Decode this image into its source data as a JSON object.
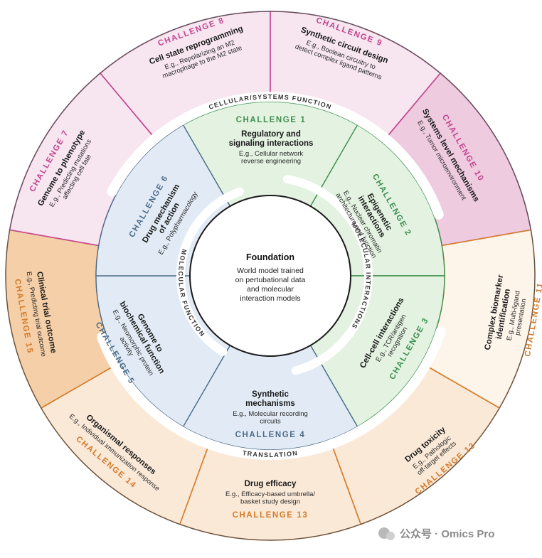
{
  "colors": {
    "cellular": "#c2458f",
    "cellular_fill": "#f7e6f0",
    "cellular_fill_alt": "#eecbdf",
    "translational": "#d47b2a",
    "translational_fill": "#fbe9d8",
    "translational_fill_alt": "#f4cfa8",
    "molecular_green": "#3f8f4f",
    "molecular_green_fill": "#e3f2e1",
    "molecular_blue": "#4d6d8a",
    "molecular_blue_fill": "#e2ebf5",
    "frame": "#8f8f8f"
  },
  "foundation": {
    "title": "Foundation",
    "lines": [
      "World model trained",
      "on pertubational data",
      "and molecular",
      "interaction models"
    ]
  },
  "bands": {
    "cellular": "CELLULAR/SYSTEMS FUNCTION",
    "molecular_interactions": "MOLECULAR INTERACTIONS",
    "molecular_function": "MOLECULAR FUNCTION",
    "translation": "TRANSLATION"
  },
  "inner_challenges": [
    {
      "id": "c1",
      "title": "CHALLENGE 1",
      "heading": [
        "Regulatory and",
        "signaling interactions"
      ],
      "example": [
        "E.g., Cellular network",
        "reverse engineering"
      ]
    },
    {
      "id": "c2",
      "title": "CHALLENGE 2",
      "heading": [
        "Epigenetic",
        "interactions"
      ],
      "example": [
        "E.g., Nuclear chromatin",
        "architecture and function"
      ]
    },
    {
      "id": "c3",
      "title": "CHALLENGE 3",
      "heading": [
        "Cell-cell interactions"
      ],
      "example": [
        "E.g., TCR/antigen",
        "recognition"
      ]
    },
    {
      "id": "c4",
      "title": "CHALLENGE 4",
      "heading": [
        "Synthetic",
        "mechanisms"
      ],
      "example": [
        "E.g., Molecular recording",
        "circuits"
      ]
    },
    {
      "id": "c5",
      "title": "CHALLENGE 5",
      "heading": [
        "Genome to",
        "biochemical function"
      ],
      "example": [
        "E.g., Neomorphic protein",
        "activity"
      ]
    },
    {
      "id": "c6",
      "title": "CHALLENGE 6",
      "heading": [
        "Drug mechanism",
        "of action"
      ],
      "example": [
        "E.g., Polypharmacology"
      ]
    }
  ],
  "outer_challenges": [
    {
      "id": "c7",
      "title": "CHALLENGE 7",
      "heading": [
        "Genome to phenotype"
      ],
      "example": [
        "E.g., Predicting mutations",
        "affecting cell fate"
      ]
    },
    {
      "id": "c8",
      "title": "CHALLENGE 8",
      "heading": [
        "Cell state reprogramming"
      ],
      "example": [
        "E.g., Repolarizing an M2",
        "macrophage to the M2 state"
      ]
    },
    {
      "id": "c9",
      "title": "CHALLENGE 9",
      "heading": [
        "Synthetic circuit design"
      ],
      "example": [
        "E.g., Boolean circuitry to",
        "detect complex ligand patterns"
      ]
    },
    {
      "id": "c10",
      "title": "CHALLENGE 10",
      "heading": [
        "Systems level mechanisms"
      ],
      "example": [
        "E.g., Tumor microenvironment"
      ]
    },
    {
      "id": "c11",
      "title": "CHALLENGE 11",
      "heading": [
        "Complex biomarker",
        "identification"
      ],
      "example": [
        "E.g., Multi-ligand",
        "presentation"
      ]
    },
    {
      "id": "c12",
      "title": "CHALLENGE 12",
      "heading": [
        "Drug toxicity"
      ],
      "example": [
        "E.g., Pathologic",
        "off-target effects"
      ]
    },
    {
      "id": "c13",
      "title": "CHALLENGE 13",
      "heading": [
        "Drug efficacy"
      ],
      "example": [
        "E.g., Efficacy-based umbrella/",
        "basket study design"
      ]
    },
    {
      "id": "c14",
      "title": "CHALLENGE 14",
      "heading": [
        "Organismal responses"
      ],
      "example": [
        "E.g., Individual immunization response"
      ]
    },
    {
      "id": "c15",
      "title": "CHALLENGE 15",
      "heading": [
        "Clinical trial outcome"
      ],
      "example": [
        "E.g., Predicting trial outcome"
      ]
    }
  ],
  "watermark": "公众号 · Omics Pro"
}
